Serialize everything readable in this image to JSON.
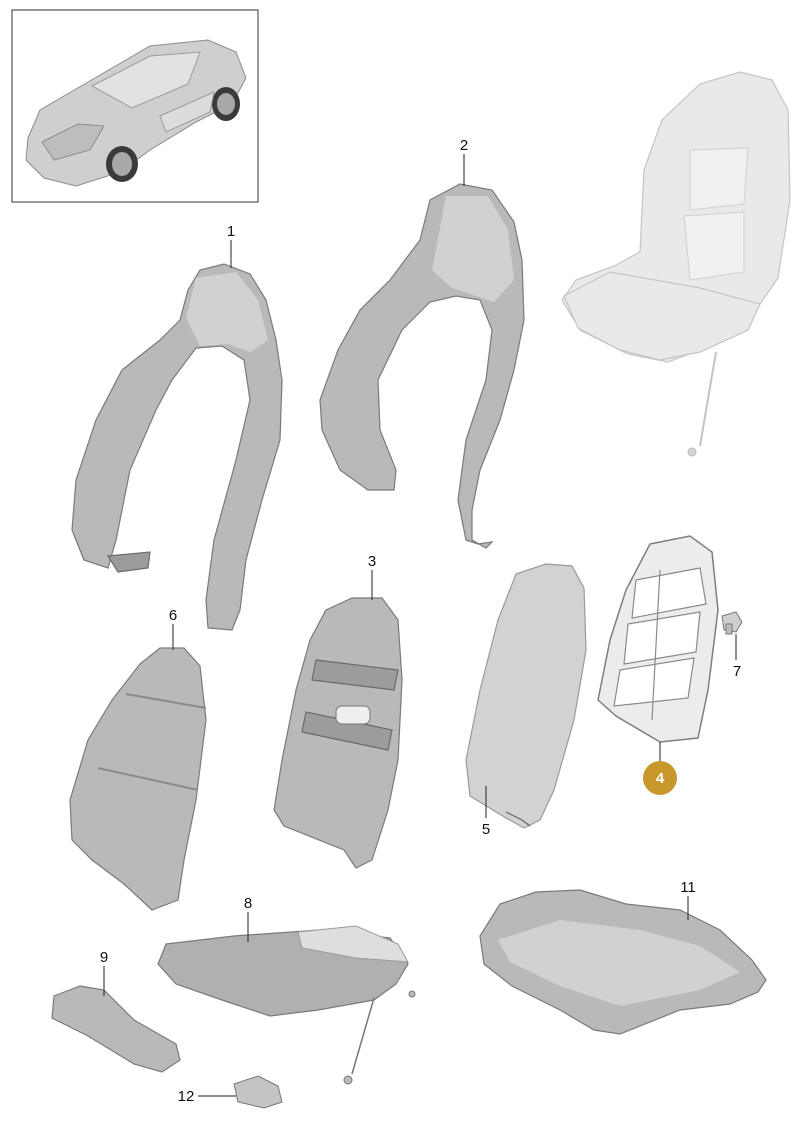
{
  "diagram": {
    "callouts": [
      {
        "id": "1",
        "text": "1"
      },
      {
        "id": "2",
        "text": "2"
      },
      {
        "id": "3",
        "text": "3"
      },
      {
        "id": "4",
        "text": "4",
        "highlighted": true
      },
      {
        "id": "5",
        "text": "5"
      },
      {
        "id": "6",
        "text": "6"
      },
      {
        "id": "7",
        "text": "7"
      },
      {
        "id": "8",
        "text": "8"
      },
      {
        "id": "9",
        "text": "9"
      },
      {
        "id": "11",
        "text": "11"
      },
      {
        "id": "12",
        "text": "12"
      }
    ],
    "colors": {
      "highlight_badge": "#c9982d",
      "part_fill": "#b9b9b9",
      "ghost_fill": "#e9e9e9",
      "label": "#111111"
    }
  }
}
